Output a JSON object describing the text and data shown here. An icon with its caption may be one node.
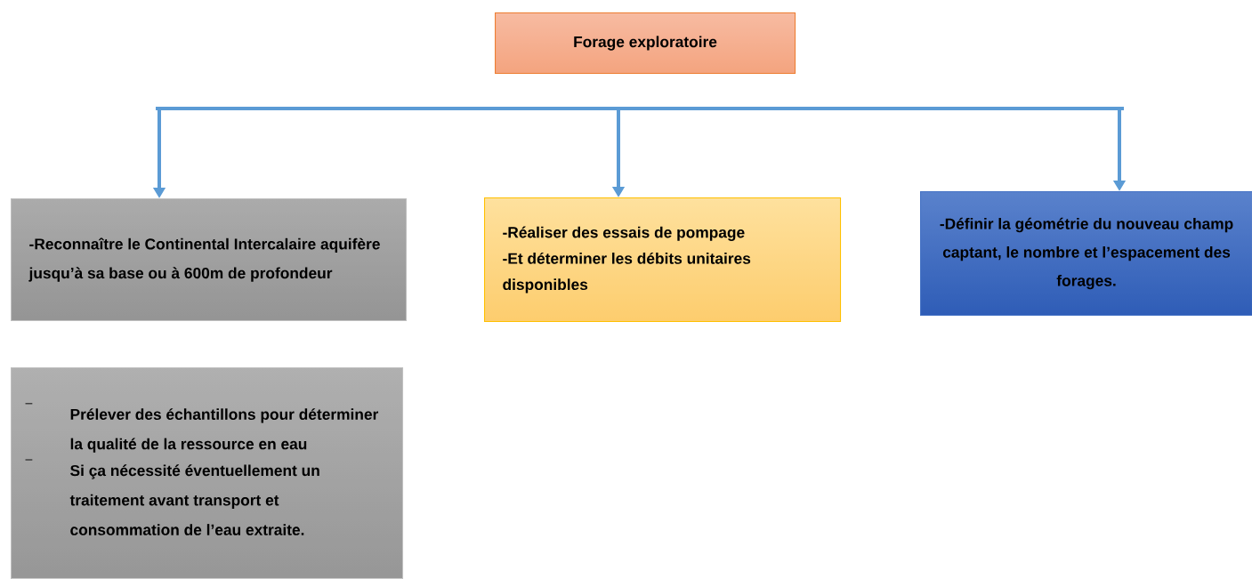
{
  "diagram": {
    "nodes": [
      {
        "text": [
          "Forage exploratoire"
        ]
      },
      {
        "text": [
          "-Reconnaître le Continental Intercalaire aquifère jusqu’à sa base ou à 600m de profondeur"
        ]
      },
      {
        "text": [
          "-Réaliser des essais de pompage",
          "-Et déterminer les débits unitaires disponibles"
        ]
      },
      {
        "text": [
          "-Définir la géométrie du nouveau champ captant, le nombre et l’espacement des forages."
        ]
      },
      {
        "text": [
          "Prélever des échantillons pour déterminer la qualité de la ressource en eau",
          "Si ça nécessité éventuellement un traitement avant transport et consommation de l’eau extraite."
        ]
      }
    ],
    "edges": [
      {
        "from": null,
        "to": 1,
        "arrow": "to"
      },
      {
        "from": null,
        "to": 2,
        "arrow": "to"
      },
      {
        "from": null,
        "to": 3,
        "arrow": "to"
      }
    ]
  }
}
